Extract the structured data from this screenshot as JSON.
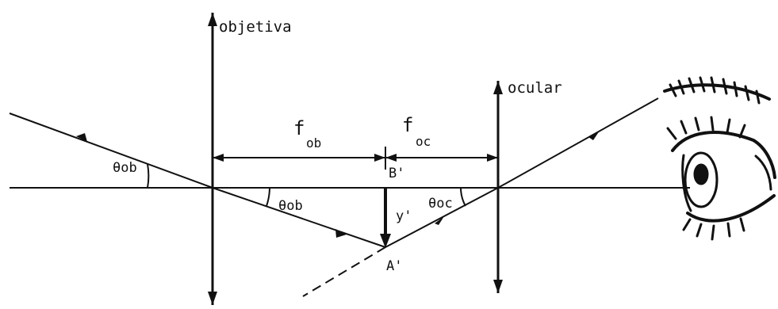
{
  "labels": {
    "objective": "objetiva",
    "ocular": "ocular",
    "f_ob_main": "f",
    "f_ob_sub": "ob",
    "f_oc_main": "f",
    "f_oc_sub": "oc",
    "b_prime": "B'",
    "a_prime": "A'",
    "y_prime": "y'",
    "theta_ob_left": "θob",
    "theta_ob_right": "θob",
    "theta_oc": "θoc"
  },
  "colors": {
    "ink": "#111111",
    "background": "#ffffff"
  }
}
